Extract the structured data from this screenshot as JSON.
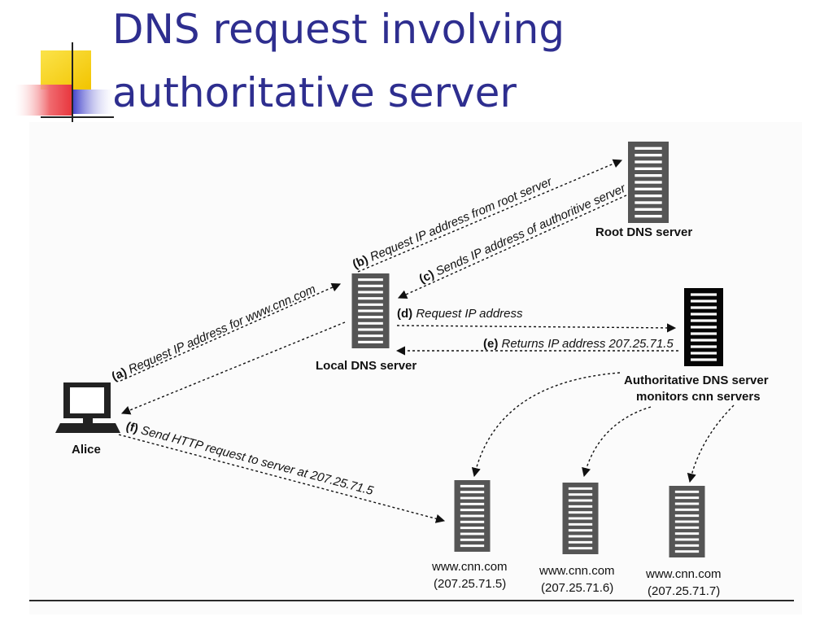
{
  "slide": {
    "title_line1": "DNS request involving",
    "title_line2": "authoritative server"
  },
  "colors": {
    "title": "#2e2e8f",
    "deco_yellow": "#f7d51e",
    "deco_red": "#e8333a",
    "deco_blue": "#3a3ac8"
  },
  "nodes": {
    "root": {
      "label": "Root DNS server",
      "icon": "server-icon"
    },
    "local": {
      "label": "Local DNS server",
      "icon": "server-icon"
    },
    "authoritative": {
      "label_line1": "Authoritative DNS server",
      "label_line2": "monitors cnn servers",
      "icon": "server-icon"
    },
    "alice": {
      "label": "Alice",
      "icon": "computer-icon"
    },
    "cnn": [
      {
        "host": "www.cnn.com",
        "ip": "(207.25.71.5)"
      },
      {
        "host": "www.cnn.com",
        "ip": "(207.25.71.6)"
      },
      {
        "host": "www.cnn.com",
        "ip": "(207.25.71.7)"
      }
    ]
  },
  "steps": {
    "a": {
      "letter": "(a)",
      "text": " Request IP address for www.cnn.com"
    },
    "b": {
      "letter": "(b)",
      "text": " Request IP address from root server"
    },
    "c": {
      "letter": "(c)",
      "text": " Sends IP address of authoritive server"
    },
    "d": {
      "letter": "(d)",
      "text": " Request IP address"
    },
    "e": {
      "letter": "(e)",
      "text": " Returns IP address 207.25.71.5"
    },
    "f": {
      "letter": "(f)",
      "text": " Send HTTP request to server at 207.25.71.5"
    }
  }
}
